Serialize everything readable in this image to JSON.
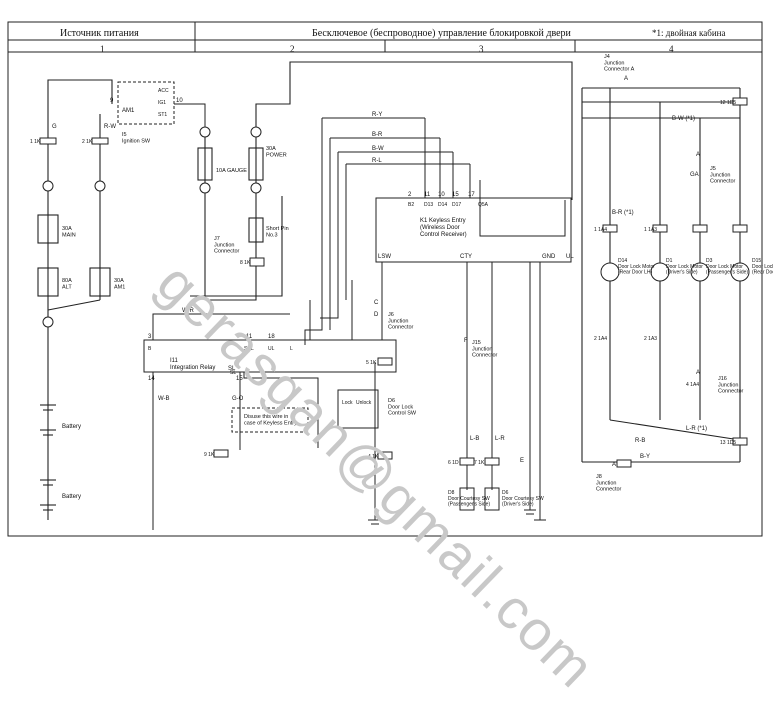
{
  "header": {
    "power_source": "Источник питания",
    "title": "Бесключевое (беспроводное)  управление блокировкой двери",
    "footnote": "*1: двойная кабина",
    "columns": [
      "1",
      "2",
      "3",
      "4"
    ]
  },
  "watermark": "gerasgan@gmail.com",
  "components": {
    "ignition_sw": "I5\nIgnition SW",
    "ign_positions": [
      "ACC",
      "IG1",
      "ST1"
    ],
    "ign_am1": "AM1",
    "fuse_main": "30A\nMAIN",
    "fuse_alt": "80A\nALT",
    "fuse_am1": "30A\nAM1",
    "fuse_gauge": "10A GAUGE",
    "fuse_door": "30A\nPOWER",
    "short_pin": "Short Pin\nNo.3",
    "junction_j7": "J7\nJunction\nConnector",
    "keyless_entry": "K1 Keyless Entry\n(Wireless Door\nControl Receiver)",
    "integration_relay": "I11\nIntegration Relay",
    "door_lock_control_sw": "D6\nDoor Lock\nControl SW",
    "control_sw_pins": [
      "Lock",
      "Unlock"
    ],
    "note_box": "Disuse this wire in\ncase of Keyless Entry",
    "battery": "Battery",
    "j6_connector": "J6\nJunction\nConnector",
    "j15_connector": "J15\nJunction\nConnector",
    "junction_connector_a": "J4\nJunction\nConnector A",
    "junction_connector_b": "J5\nJunction\nConnector",
    "j16_connector": "J16\nJunction\nConnector",
    "junction_connector_bottom": "J8\nJunction\nConnector",
    "door_courtesy_passenger": "D8\nDoor Courtesy SW\n(Passenger's Side)",
    "door_courtesy_driver": "D6\nDoor Courtesy SW\n(Driver's Side)",
    "lock_motor_rear_rh": "D15\nDoor Lock Motor\n(Rear Door RH)",
    "lock_motor_passenger": "D3\nDoor Lock Motor\n(Passenger's Side)",
    "lock_motor_driver": "D1\nDoor Lock Motor\n(Driver's Side)",
    "lock_motor_rear_lh": "D14\nDoor Lock Motor\n(Rear Door LH)",
    "cty": "CTY",
    "gnd": "GND",
    "ul": "UL",
    "lsw": "LSW",
    "sl": "SL"
  },
  "keyless_pins": [
    "2",
    "11",
    "10",
    "15",
    "17"
  ],
  "keyless_pin_names": [
    "B2",
    "D13",
    "D14",
    "D17",
    "Q5A"
  ],
  "relay_pins": [
    "3",
    "11",
    "18",
    "14",
    "15"
  ],
  "relay_pin_names": [
    "B",
    "SUL",
    "UL",
    "L",
    "SL"
  ],
  "wire_labels": {
    "g": "G",
    "r_w": "R-W",
    "r_y": "R-Y",
    "b_r": "B-R",
    "b_w": "B-W",
    "r_l": "R-L",
    "w_b": "W-B",
    "w_r": "W-R",
    "l_b": "L-B",
    "l_r": "L-R",
    "g_o": "G-O",
    "b_r1": "B-R (*1)",
    "b_w1": "B-W (*1)",
    "l_r1": "L-R (*1)",
    "r_b": "R-B",
    "b_y": "B-Y"
  },
  "connector_codes": [
    "1 1K",
    "2 1K",
    "5 1K",
    "9 1K",
    "4 1K",
    "6 1D",
    "7 1K",
    "8 1K",
    "12 1D5",
    "13 1D5",
    "1 1A4",
    "2 1A4",
    "1 1A3",
    "2 1A3",
    "4 1A4"
  ],
  "ignition_pins": [
    "9",
    "10"
  ],
  "junction_letters": [
    "A",
    "A",
    "A",
    "A",
    "GA",
    "C",
    "D",
    "E",
    "F"
  ]
}
